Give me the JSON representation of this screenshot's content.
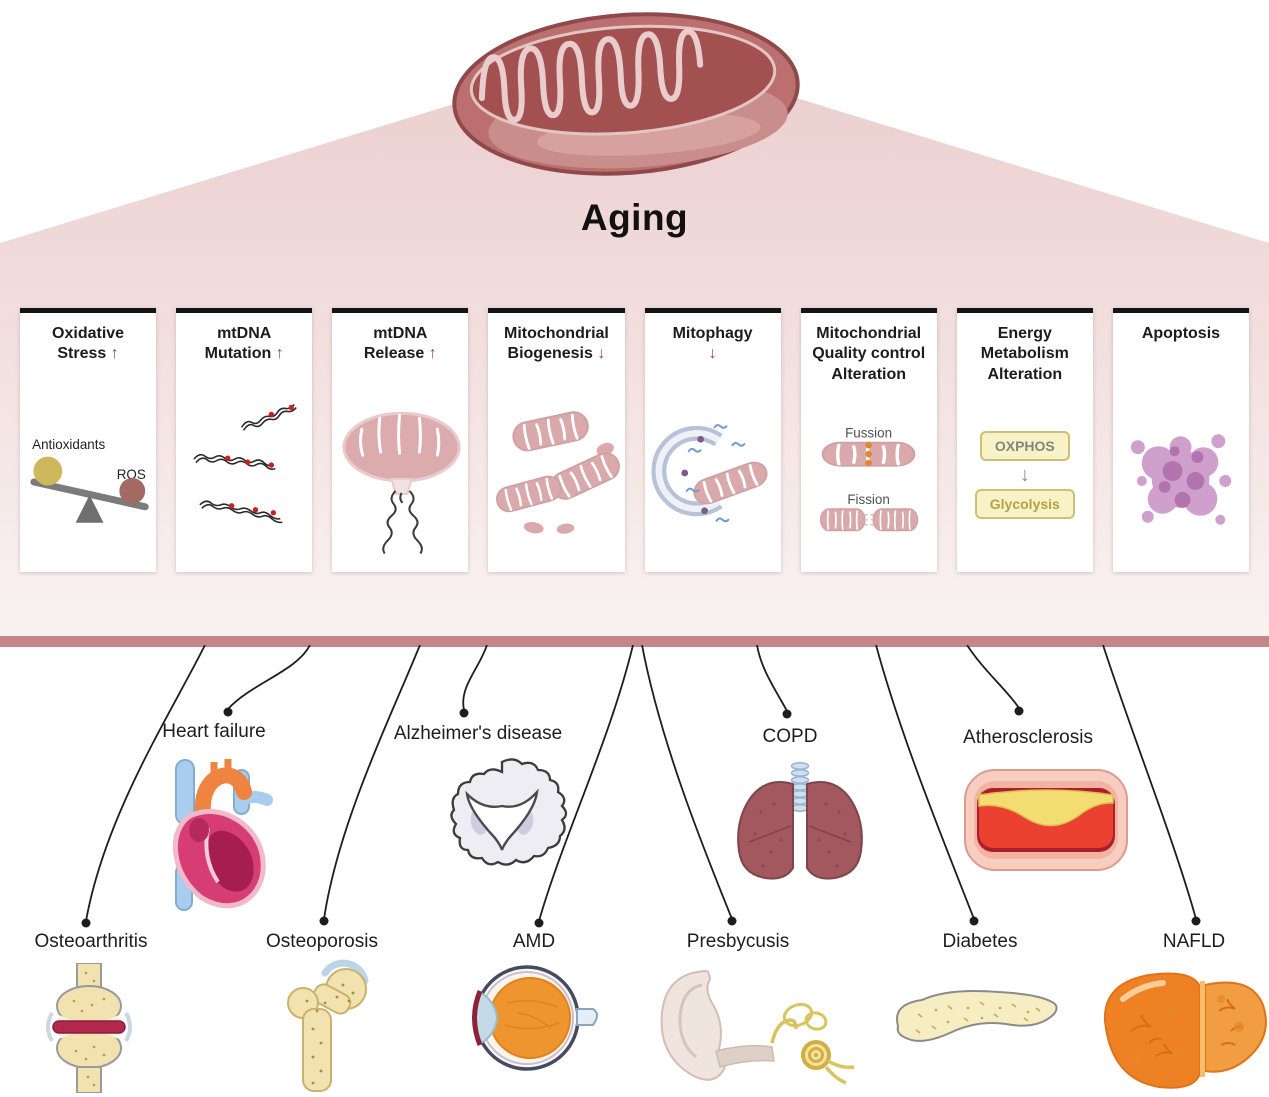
{
  "header": {
    "title": "Aging"
  },
  "panels": [
    {
      "line1": "Oxidative",
      "line2": "Stress",
      "arrow": "↑",
      "labels": {
        "left": "Antioxidants",
        "right": "ROS"
      }
    },
    {
      "line1": "mtDNA",
      "line2": "Mutation",
      "arrow": "↑"
    },
    {
      "line1": "mtDNA",
      "line2": "Release",
      "arrow": "↑"
    },
    {
      "line1": "Mitochondrial",
      "line2": "Biogenesis",
      "arrow": "↓"
    },
    {
      "line1": "Mitophagy",
      "arrow": "↓"
    },
    {
      "line1": "Mitochondrial",
      "line2": "Quality control",
      "line3": "Alteration",
      "labels": {
        "top": "Fussion",
        "bottom": "Fission"
      }
    },
    {
      "line1": "Energy",
      "line2": "Metabolism",
      "line3": "Alteration",
      "labels": {
        "top": "OXPHOS",
        "bottom": "Glycolysis"
      },
      "down_arrow": "↓"
    },
    {
      "line1": "Apoptosis"
    }
  ],
  "diseases": [
    {
      "name": "Heart failure",
      "icon": "heart-icon"
    },
    {
      "name": "Alzheimer's disease",
      "icon": "brain-icon"
    },
    {
      "name": "COPD",
      "icon": "lungs-icon"
    },
    {
      "name": "Atherosclerosis",
      "icon": "artery-icon"
    },
    {
      "name": "Osteoarthritis",
      "icon": "knee-joint-icon"
    },
    {
      "name": "Osteoporosis",
      "icon": "femur-bone-icon"
    },
    {
      "name": "AMD",
      "icon": "eye-icon"
    },
    {
      "name": "Presbycusis",
      "icon": "ear-icon"
    },
    {
      "name": "Diabetes",
      "icon": "pancreas-icon"
    },
    {
      "name": "NAFLD",
      "icon": "liver-icon"
    }
  ],
  "colors": {
    "pink_background_top": "#ecd0d0",
    "pink_background_bottom": "#f9f3f2",
    "divider_bar": "#c5868a",
    "arrow_accent": "#a43f3f",
    "mitochondrion_rose": "#d9a9ab",
    "fission_dot_orange": "#e0872f",
    "metabolism_box_yellow": "#f7f2c8",
    "apoptosis_purple": "#d0a0cc",
    "connector_line": "#1d1d1d"
  }
}
